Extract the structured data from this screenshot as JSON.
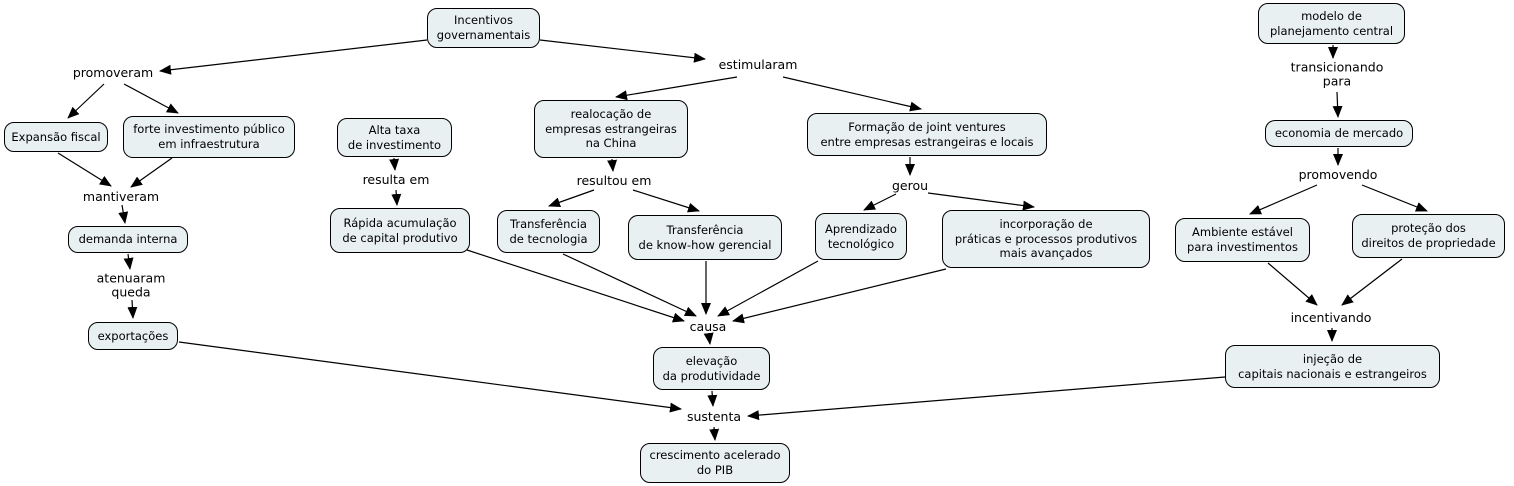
{
  "diagram": {
    "node_fill": "#e8f0f2",
    "node_border": "#000000",
    "line_color": "#000000",
    "text_color": "#000000",
    "background": "#ffffff"
  },
  "nodes": {
    "incentivos": {
      "label": "Incentivos\ngovernamentais"
    },
    "expansao_fiscal": {
      "label": "Expansão fiscal"
    },
    "forte_investimento": {
      "label": "forte investimento público\nem infraestrutura"
    },
    "alta_taxa": {
      "label": "Alta taxa\nde investimento"
    },
    "realocacao": {
      "label": "realocação de\nempresas estrangeiras\nna China"
    },
    "formacao_jv": {
      "label": "Formação de joint ventures\nentre empresas estrangeiras e locais"
    },
    "modelo_central": {
      "label": "modelo de\nplanejamento central"
    },
    "demanda_interna": {
      "label": "demanda interna"
    },
    "rapida_acumulacao": {
      "label": "Rápida acumulação\nde capital produtivo"
    },
    "transferencia_tecnologia": {
      "label": "Transferência\nde tecnologia"
    },
    "transferencia_knowhow": {
      "label": "Transferência\nde know-how gerencial"
    },
    "aprendizado": {
      "label": "Aprendizado\ntecnológico"
    },
    "incorporacao": {
      "label": "incorporação de\npráticas e processos produtivos\nmais avançados"
    },
    "economia_mercado": {
      "label": "economia de mercado"
    },
    "ambiente_estavel": {
      "label": "Ambiente estável\npara investimentos"
    },
    "protecao_direitos": {
      "label": "proteção dos\ndireitos de propriedade"
    },
    "exportacoes": {
      "label": "exportações"
    },
    "elevacao_produtividade": {
      "label": "elevação\nda produtividade"
    },
    "injecao_capitais": {
      "label": "injeção de\ncapitais nacionais e estrangeiros"
    },
    "crescimento_pib": {
      "label": "crescimento acelerado\ndo PIB"
    }
  },
  "link_labels": {
    "promoveram": {
      "text": "promoveram"
    },
    "estimularam": {
      "text": "estimularam"
    },
    "mantiveram": {
      "text": "mantiveram"
    },
    "resulta_em": {
      "text": "resulta em"
    },
    "resultou_em": {
      "text": "resultou em"
    },
    "gerou": {
      "text": "gerou"
    },
    "transicionando_para": {
      "text": "transicionando\npara"
    },
    "promovendo": {
      "text": "promovendo"
    },
    "atenuaram_queda": {
      "text": "atenuaram\nqueda"
    },
    "causa": {
      "text": "causa"
    },
    "sustenta": {
      "text": "sustenta"
    },
    "incentivando": {
      "text": "incentivando"
    }
  },
  "propositions": [
    {
      "from": "Incentivos governamentais",
      "label": "promoveram",
      "to": "Expansão fiscal"
    },
    {
      "from": "Incentivos governamentais",
      "label": "promoveram",
      "to": "forte investimento público em infraestrutura"
    },
    {
      "from": "Incentivos governamentais",
      "label": "estimularam",
      "to": "realocação de empresas estrangeiras na China"
    },
    {
      "from": "Incentivos governamentais",
      "label": "estimularam",
      "to": "Formação de joint ventures entre empresas estrangeiras e locais"
    },
    {
      "from": "Expansão fiscal",
      "label": "mantiveram",
      "to": "demanda interna"
    },
    {
      "from": "forte investimento público em infraestrutura",
      "label": "mantiveram",
      "to": "demanda interna"
    },
    {
      "from": "demanda interna",
      "label": "atenuaram queda",
      "to": "exportações"
    },
    {
      "from": "exportações",
      "label": "sustenta",
      "to": "crescimento acelerado do PIB"
    },
    {
      "from": "Alta taxa de investimento",
      "label": "resulta em",
      "to": "Rápida acumulação de capital produtivo"
    },
    {
      "from": "Rápida acumulação de capital produtivo",
      "label": "causa",
      "to": "elevação da produtividade"
    },
    {
      "from": "realocação de empresas estrangeiras na China",
      "label": "resultou em",
      "to": "Transferência de tecnologia"
    },
    {
      "from": "realocação de empresas estrangeiras na China",
      "label": "resultou em",
      "to": "Transferência de know-how gerencial"
    },
    {
      "from": "Formação de joint ventures entre empresas estrangeiras e locais",
      "label": "gerou",
      "to": "Aprendizado tecnológico"
    },
    {
      "from": "Formação de joint ventures entre empresas estrangeiras e locais",
      "label": "gerou",
      "to": "incorporação de práticas e processos produtivos mais avançados"
    },
    {
      "from": "Transferência de tecnologia",
      "label": "causa",
      "to": "elevação da produtividade"
    },
    {
      "from": "Transferência de know-how gerencial",
      "label": "causa",
      "to": "elevação da produtividade"
    },
    {
      "from": "Aprendizado tecnológico",
      "label": "causa",
      "to": "elevação da produtividade"
    },
    {
      "from": "incorporação de práticas e processos produtivos mais avançados",
      "label": "causa",
      "to": "elevação da produtividade"
    },
    {
      "from": "elevação da produtividade",
      "label": "sustenta",
      "to": "crescimento acelerado do PIB"
    },
    {
      "from": "injeção de capitais nacionais e estrangeiros",
      "label": "sustenta",
      "to": "crescimento acelerado do PIB"
    },
    {
      "from": "modelo de planejamento central",
      "label": "transicionando para",
      "to": "economia de mercado"
    },
    {
      "from": "economia de mercado",
      "label": "promovendo",
      "to": "Ambiente estável para investimentos"
    },
    {
      "from": "economia de mercado",
      "label": "promovendo",
      "to": "proteção dos direitos de propriedade"
    },
    {
      "from": "Ambiente estável para investimentos",
      "label": "incentivando",
      "to": "injeção de capitais nacionais e estrangeiros"
    },
    {
      "from": "proteção dos direitos de propriedade",
      "label": "incentivando",
      "to": "injeção de capitais nacionais e estrangeiros"
    }
  ]
}
